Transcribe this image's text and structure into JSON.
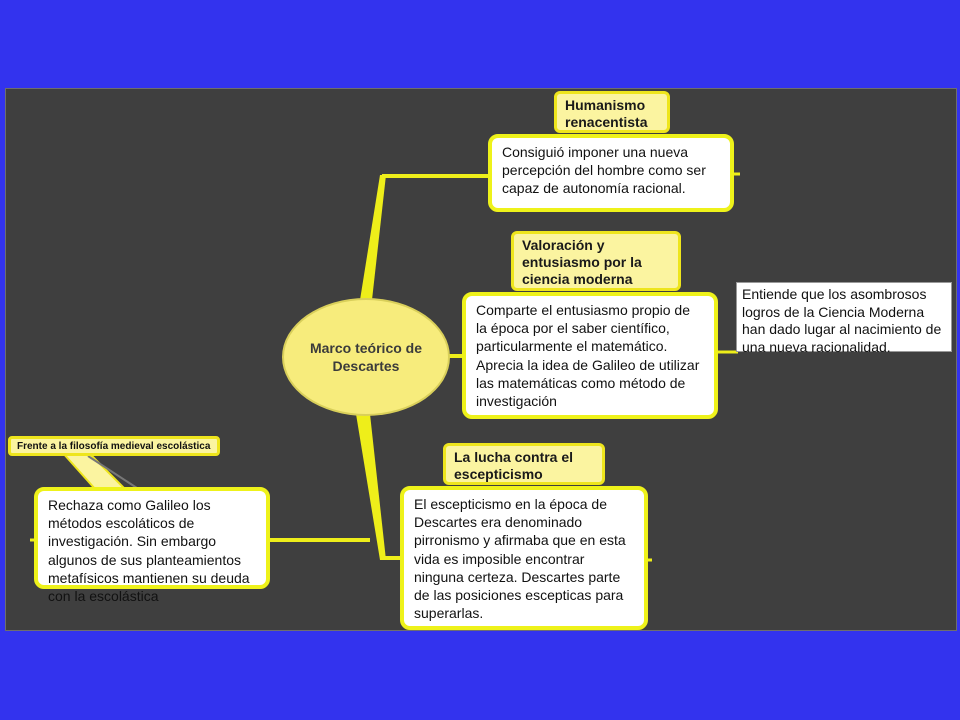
{
  "center": {
    "label": "Marco teórico de Descartes"
  },
  "branches": [
    {
      "title": "Humanismo renacentista",
      "text": "Consiguió imponer una nueva percepción del hombre como ser capaz de autonomía racional."
    },
    {
      "title": "Valoración y entusiasmo por la ciencia moderna",
      "text": "Comparte el entusiasmo propio de la época por el saber científico, particularmente el matemático. Aprecia la idea de Galileo de utilizar las matemáticas como método de investigación",
      "note": "Entiende que los asombrosos logros de la Ciencia Moderna han dado lugar al nacimiento de una nueva racionalidad."
    },
    {
      "title": "La lucha contra el escepticismo",
      "text": "El escepticismo en la época de Descartes era denominado pirronismo y afirmaba que en esta vida es imposible encontrar ninguna certeza. Descartes parte de las posiciones escepticas para superarlas."
    },
    {
      "title": "Frente a la filosofía medieval escolástica",
      "text": "Rechaza como Galileo los métodos escoláticos de investigación. Sin embargo algunos de sus planteamientos metafísicos mantienen su deuda con la escolástica"
    }
  ],
  "colors": {
    "background": "#3333ee",
    "canvas": "#3f3f3f",
    "connector": "#eeee1a",
    "center_fill": "#f7ec7c"
  }
}
